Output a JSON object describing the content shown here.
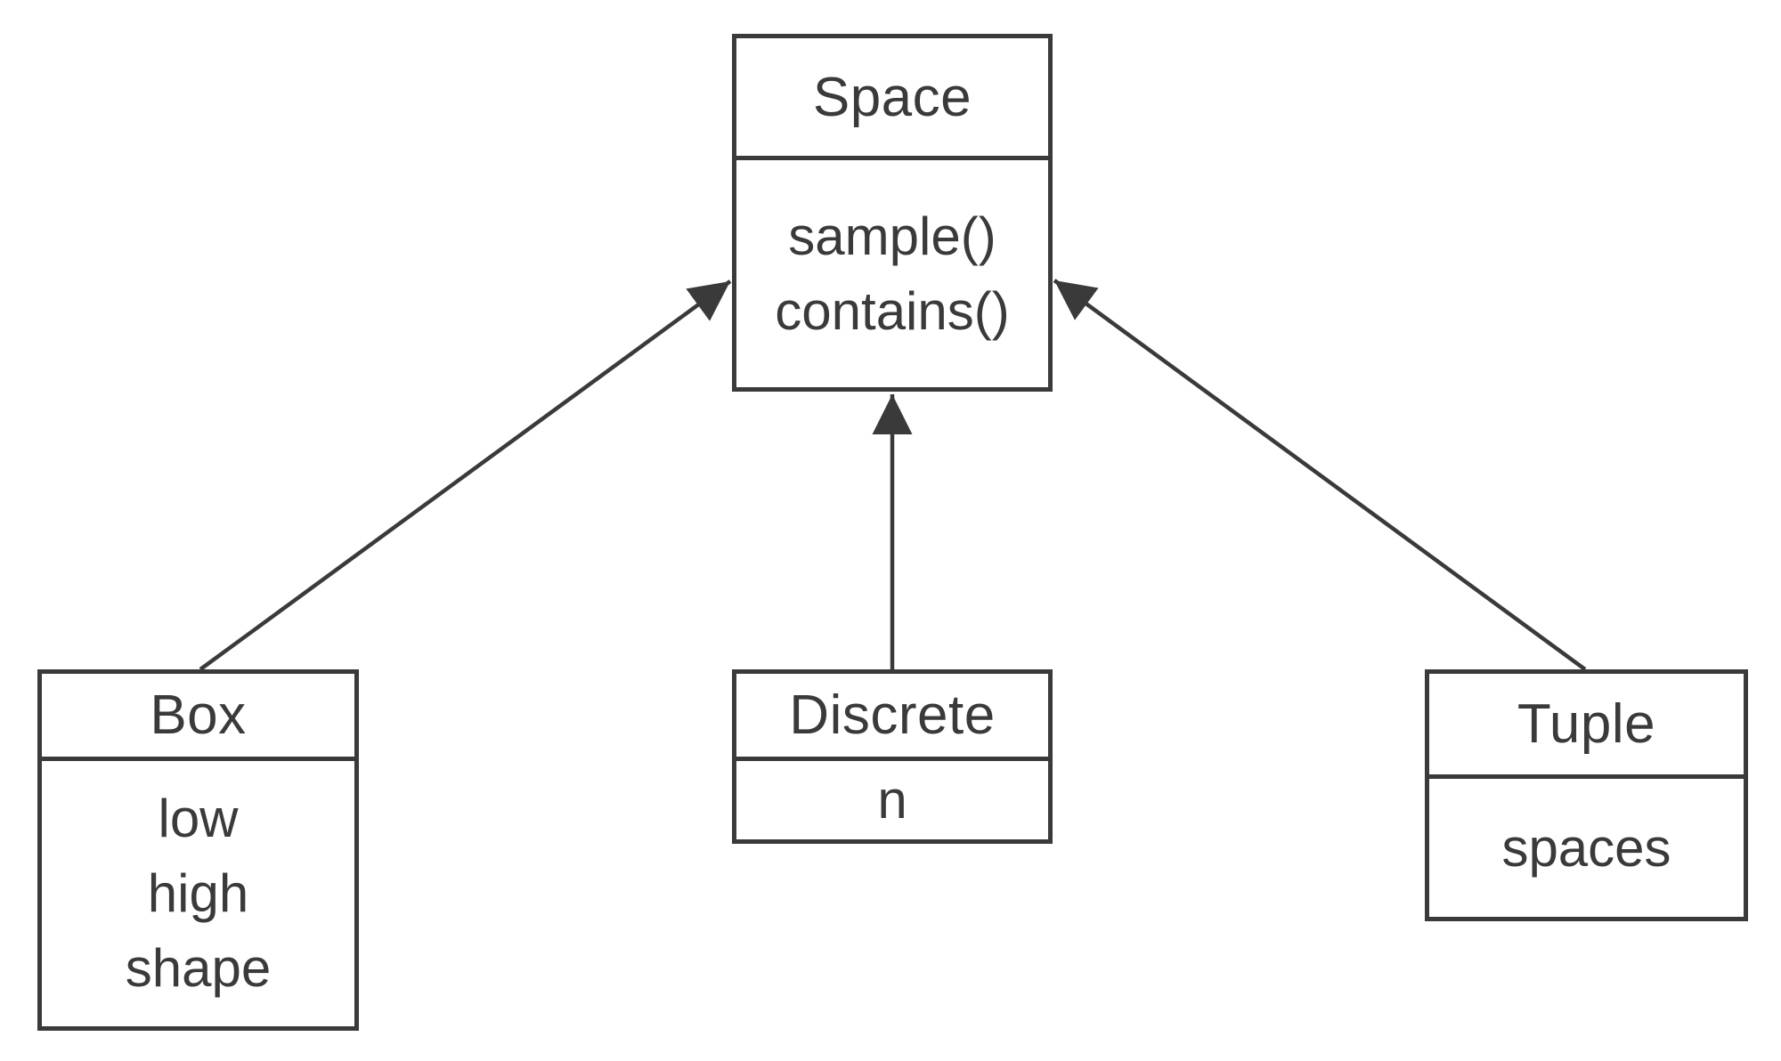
{
  "diagram": {
    "kind": "uml-class-diagram",
    "classes": [
      {
        "name": "Space",
        "members": [
          "sample()",
          "contains()"
        ]
      },
      {
        "name": "Box",
        "members": [
          "low",
          "high",
          "shape"
        ]
      },
      {
        "name": "Discrete",
        "members": [
          "n"
        ]
      },
      {
        "name": "Tuple",
        "members": [
          "spaces"
        ]
      }
    ],
    "relations": [
      {
        "from": "Box",
        "to": "Space",
        "type": "arrow"
      },
      {
        "from": "Discrete",
        "to": "Space",
        "type": "arrow"
      },
      {
        "from": "Tuple",
        "to": "Space",
        "type": "arrow"
      }
    ],
    "colors": {
      "stroke": "#3a3a3a",
      "text": "#3a3a3a",
      "background": "#ffffff"
    }
  }
}
